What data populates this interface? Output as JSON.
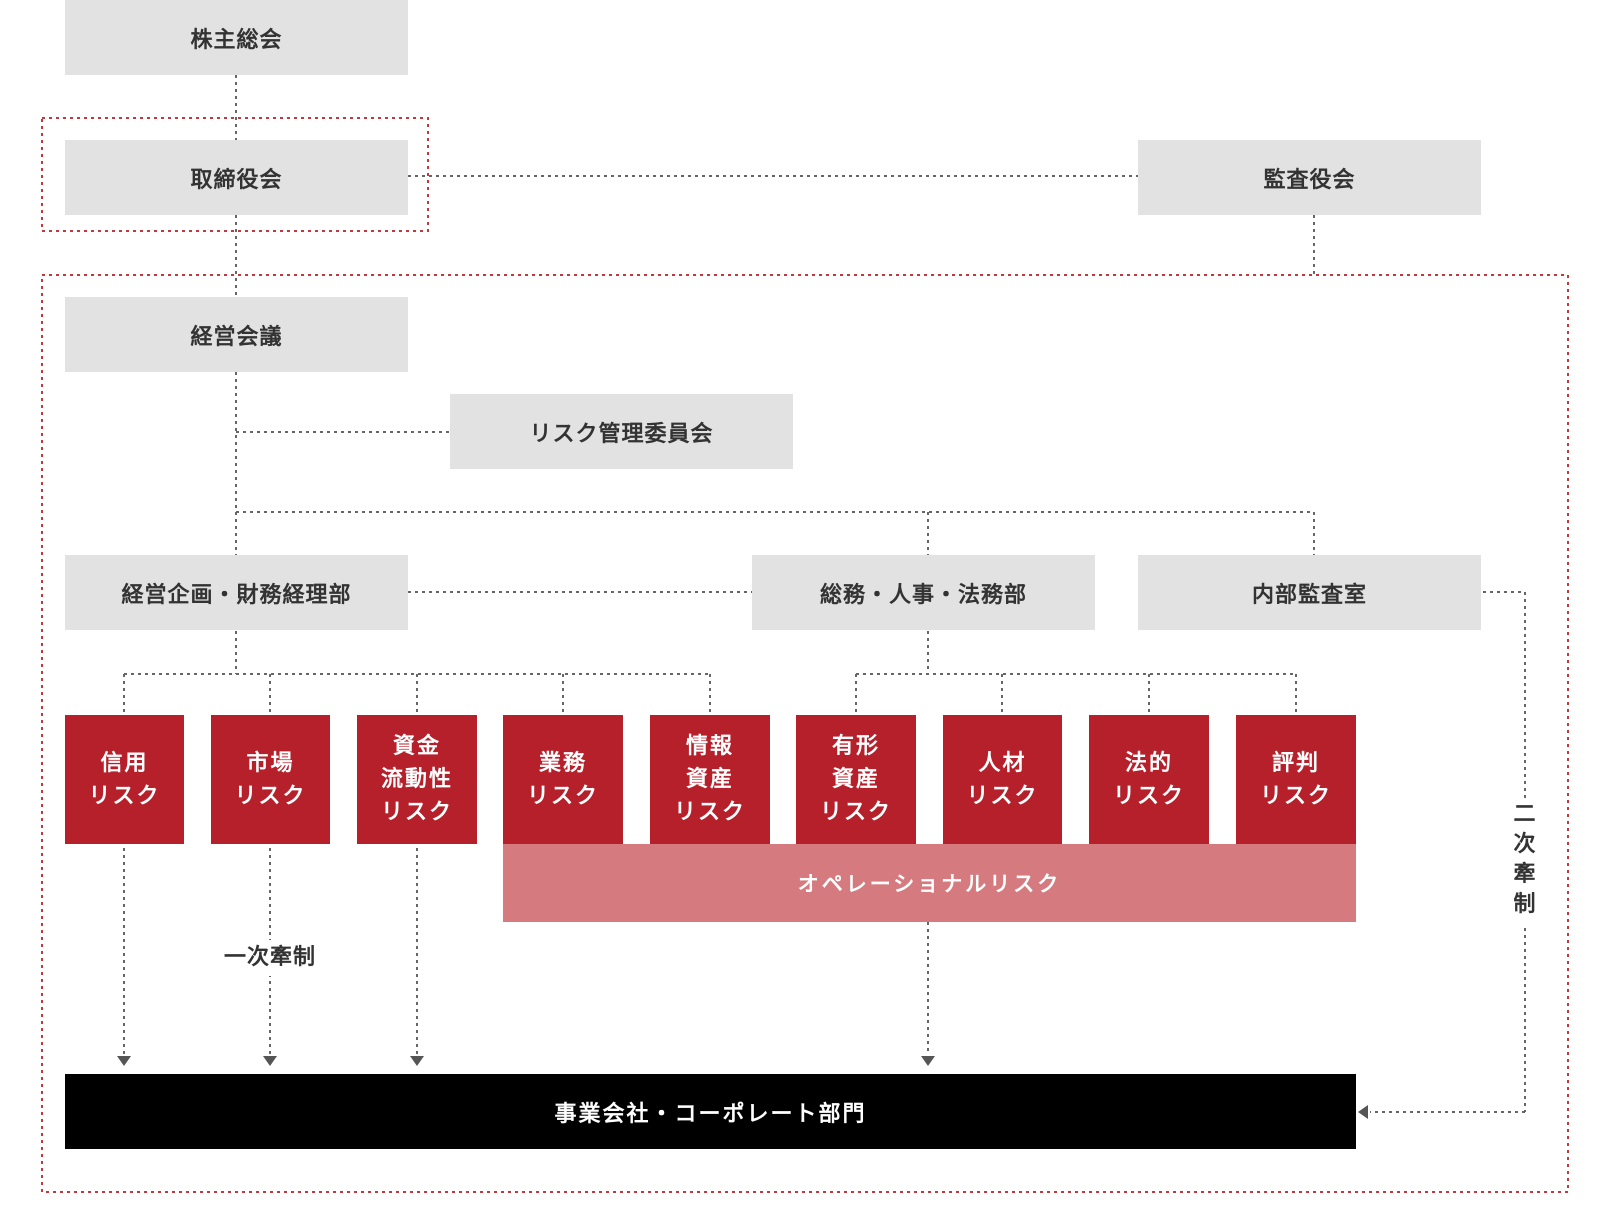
{
  "colors": {
    "gray_box": "#e2e2e2",
    "risk_red": "#b5202b",
    "operational_pink": "#d57b7f",
    "business_black": "#000000",
    "frame_red_dotted": "#c0393f",
    "connector_gray": "#666666"
  },
  "org": {
    "shareholders_meeting": "株主総会",
    "board_of_directors": "取締役会",
    "audit_board": "監査役会",
    "management_meeting": "経営会議",
    "risk_committee": "リスク管理委員会",
    "planning_finance_dept": "経営企画・財務経理部",
    "general_affairs_dept": "総務・人事・法務部",
    "internal_audit_office": "内部監査室"
  },
  "risks": [
    {
      "label": "信用\nリスク"
    },
    {
      "label": "市場\nリスク"
    },
    {
      "label": "資金\n流動性\nリスク"
    },
    {
      "label": "業務\nリスク"
    },
    {
      "label": "情報\n資産\nリスク"
    },
    {
      "label": "有形\n資産\nリスク"
    },
    {
      "label": "人材\nリスク"
    },
    {
      "label": "法的\nリスク"
    },
    {
      "label": "評判\nリスク"
    }
  ],
  "operational_risk": "オペレーショナルリスク",
  "business_units": "事業会社・コーポレート部門",
  "primary_control": "一次牽制",
  "secondary_control": "二\n次\n牽\n制"
}
